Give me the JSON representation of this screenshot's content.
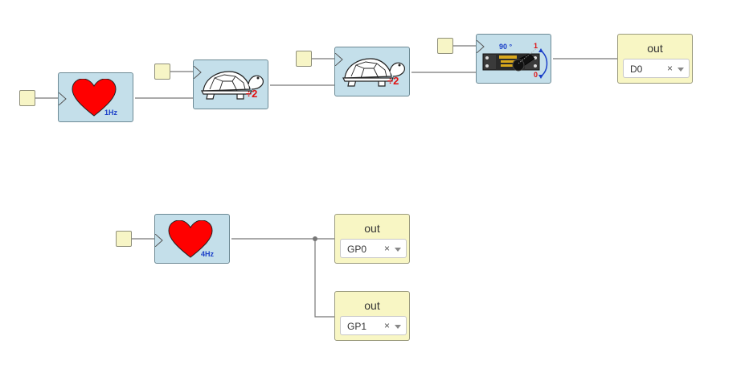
{
  "colors": {
    "block_bg": "#c4dfea",
    "output_bg": "#f8f6c4",
    "input_bg": "#f7f5c6",
    "heart": "#ff0000",
    "wire": "#777777",
    "label_blue": "#1a3fc8",
    "label_red": "#e01010"
  },
  "blocks": {
    "clock1": {
      "icon": "heart-icon",
      "freq": "1Hz"
    },
    "clock2": {
      "icon": "heart-icon",
      "freq": "4Hz"
    },
    "divider1": {
      "icon": "turtle-icon",
      "label": "÷2"
    },
    "divider2": {
      "icon": "turtle-icon",
      "label": "÷2"
    },
    "servo": {
      "icon": "servo-icon",
      "angle": "90 °",
      "high": "1",
      "low": "0"
    }
  },
  "outputs": [
    {
      "title": "out",
      "value": "D0",
      "clear": "×"
    },
    {
      "title": "out",
      "value": "GP0",
      "clear": "×"
    },
    {
      "title": "out",
      "value": "GP1",
      "clear": "×"
    }
  ]
}
